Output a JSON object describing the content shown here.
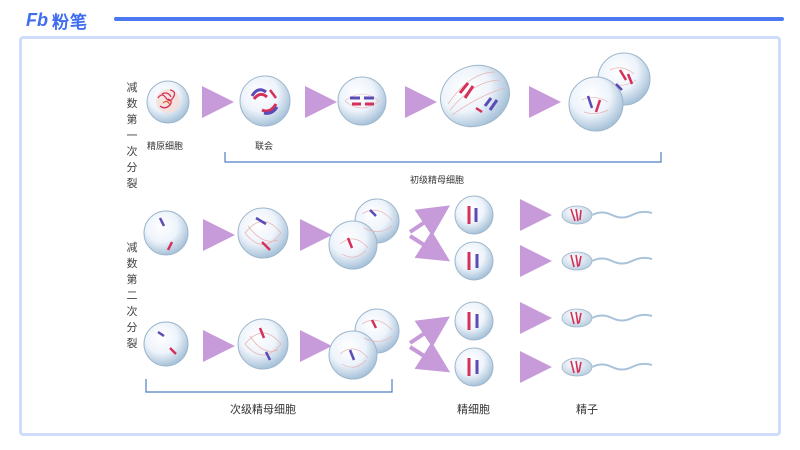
{
  "brand": {
    "logo": "Fb",
    "name": "粉笔"
  },
  "row1": {
    "side_label": "减数第一次分裂",
    "cell_labels": [
      "精原细胞",
      "联会"
    ],
    "group_label": "初级精母细胞"
  },
  "row2": {
    "side_label": "减数第二次分裂",
    "group_label": "次级精母细胞",
    "spermatid_label": "精细胞",
    "sperm_label": "精子"
  },
  "colors": {
    "accent": "#4b78f0",
    "frame": "#cfdcfb",
    "arrow": "#c79ad9",
    "bracket": "#4f7fc0",
    "chrom_red": "#d4315a",
    "chrom_blue": "#5a4bb5"
  }
}
